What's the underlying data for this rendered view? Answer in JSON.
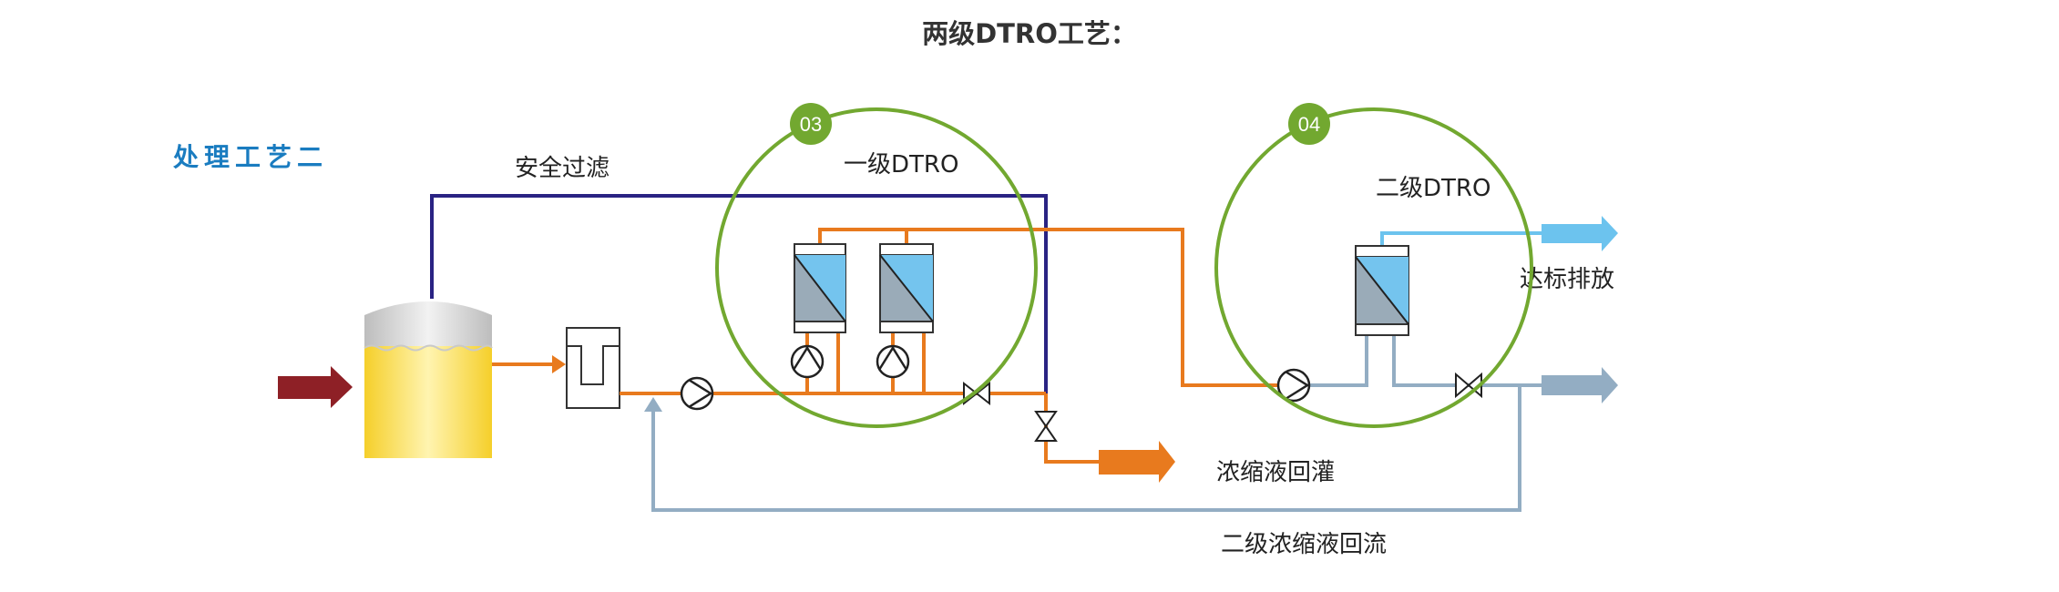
{
  "page_title": "两级DTRO工艺：",
  "diagram": {
    "section_title": "处理工艺二",
    "labels": {
      "safety_filter": "安全过滤",
      "stage1": "一级DTRO",
      "stage2": "二级DTRO",
      "discharge": "达标排放",
      "concentrate_reinjection": "浓缩液回灌",
      "stage2_concentrate_return": "二级浓缩液回流"
    },
    "badges": [
      "03",
      "04"
    ],
    "components": {
      "inlet_arrow": "inflow-arrow",
      "tank": "regulating-tank",
      "filter": "safety-filter",
      "feed_pump": "pump",
      "stage1_membranes": 2,
      "stage1_pumps": 2,
      "stage2_membranes": 1,
      "stage2_pumps": 1,
      "valves": 3
    },
    "colors": {
      "title_blue": "#1a7cc0",
      "inflow_red": "#8e2026",
      "tank_yellow": "#f8d43a",
      "concentrate_orange": "#e87a1e",
      "safety_navy": "#2a2383",
      "circle_green": "#72a830",
      "permeate_blue": "#6cc3ee",
      "return_grey_blue": "#93adc3",
      "membrane_blue": "#74c4ee",
      "membrane_grey": "#9aabb8"
    }
  }
}
